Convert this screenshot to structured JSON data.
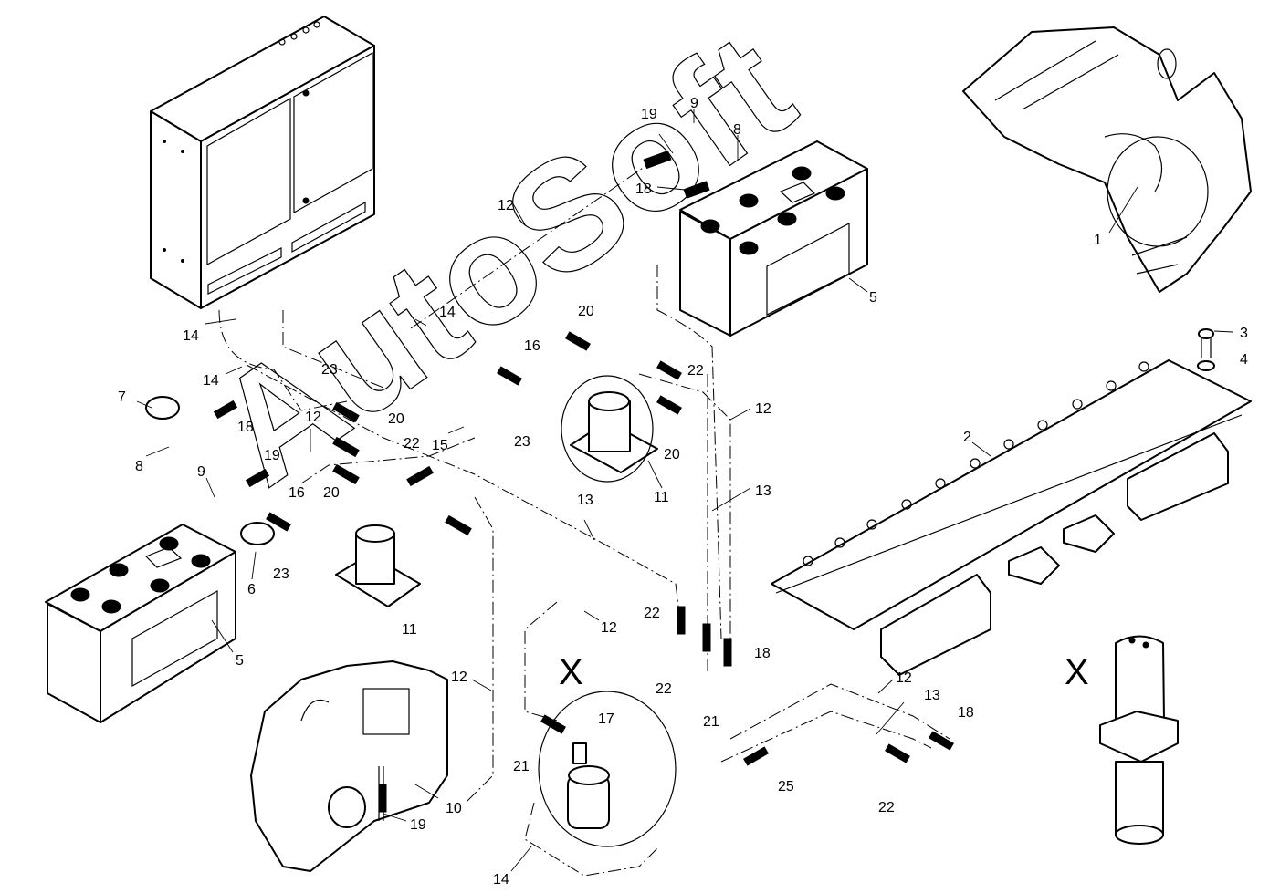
{
  "diagram": {
    "type": "exploded-parts-diagram",
    "subject": "Battery and electrical cable installation",
    "watermark": "AutoSoft",
    "detail_marker": "X",
    "callouts": [
      {
        "id": "c1",
        "label": "1",
        "part": "starter-motor-assembly"
      },
      {
        "id": "c2",
        "label": "2",
        "part": "battery-tray"
      },
      {
        "id": "c3",
        "label": "3",
        "part": "bolt"
      },
      {
        "id": "c4",
        "label": "4",
        "part": "washer"
      },
      {
        "id": "c5a",
        "label": "5",
        "part": "battery"
      },
      {
        "id": "c5b",
        "label": "5",
        "part": "battery"
      },
      {
        "id": "c6",
        "label": "6",
        "part": "terminal-cover"
      },
      {
        "id": "c7",
        "label": "7",
        "part": "terminal-cover"
      },
      {
        "id": "c8a",
        "label": "8",
        "part": "battery-clamp-positive"
      },
      {
        "id": "c8b",
        "label": "8",
        "part": "battery-clamp-positive"
      },
      {
        "id": "c9a",
        "label": "9",
        "part": "battery-clamp-negative"
      },
      {
        "id": "c9b",
        "label": "9",
        "part": "battery-clamp-negative"
      },
      {
        "id": "c10",
        "label": "10",
        "part": "engine-starter"
      },
      {
        "id": "c11a",
        "label": "11",
        "part": "battery-relay"
      },
      {
        "id": "c11b",
        "label": "11",
        "part": "battery-relay"
      },
      {
        "id": "c12a",
        "label": "12",
        "part": "cable"
      },
      {
        "id": "c12b",
        "label": "12",
        "part": "cable"
      },
      {
        "id": "c12c",
        "label": "12",
        "part": "cable"
      },
      {
        "id": "c12d",
        "label": "12",
        "part": "cable"
      },
      {
        "id": "c12e",
        "label": "12",
        "part": "cable"
      },
      {
        "id": "c12f",
        "label": "12",
        "part": "cable"
      },
      {
        "id": "c13a",
        "label": "13",
        "part": "cable"
      },
      {
        "id": "c13b",
        "label": "13",
        "part": "cable"
      },
      {
        "id": "c13c",
        "label": "13",
        "part": "cable"
      },
      {
        "id": "c14a",
        "label": "14",
        "part": "cable"
      },
      {
        "id": "c14b",
        "label": "14",
        "part": "cable"
      },
      {
        "id": "c14c",
        "label": "14",
        "part": "cable"
      },
      {
        "id": "c14d",
        "label": "14",
        "part": "cable"
      },
      {
        "id": "c15",
        "label": "15",
        "part": "cable"
      },
      {
        "id": "c16a",
        "label": "16",
        "part": "jumper-cable"
      },
      {
        "id": "c16b",
        "label": "16",
        "part": "jumper-cable"
      },
      {
        "id": "c17",
        "label": "17",
        "part": "jumper-cable"
      },
      {
        "id": "c18a",
        "label": "18",
        "part": "cable-lug"
      },
      {
        "id": "c18b",
        "label": "18",
        "part": "cable-lug"
      },
      {
        "id": "c18c",
        "label": "18",
        "part": "cable-lug"
      },
      {
        "id": "c18d",
        "label": "18",
        "part": "cable-lug"
      },
      {
        "id": "c19a",
        "label": "19",
        "part": "cable-lug"
      },
      {
        "id": "c19b",
        "label": "19",
        "part": "cable-lug"
      },
      {
        "id": "c19c",
        "label": "19",
        "part": "cable-lug"
      },
      {
        "id": "c20a",
        "label": "20",
        "part": "cable-lug"
      },
      {
        "id": "c20b",
        "label": "20",
        "part": "cable-lug"
      },
      {
        "id": "c20c",
        "label": "20",
        "part": "cable-lug"
      },
      {
        "id": "c20d",
        "label": "20",
        "part": "cable-lug"
      },
      {
        "id": "c21a",
        "label": "21",
        "part": "cable-lug"
      },
      {
        "id": "c21b",
        "label": "21",
        "part": "cable-lug"
      },
      {
        "id": "c22a",
        "label": "22",
        "part": "cable-lug"
      },
      {
        "id": "c22b",
        "label": "22",
        "part": "cable-lug"
      },
      {
        "id": "c22c",
        "label": "22",
        "part": "cable-lug"
      },
      {
        "id": "c22d",
        "label": "22",
        "part": "cable-lug"
      },
      {
        "id": "c22e",
        "label": "22",
        "part": "cable-lug"
      },
      {
        "id": "c23a",
        "label": "23",
        "part": "cable-lug"
      },
      {
        "id": "c23b",
        "label": "23",
        "part": "cable-lug"
      },
      {
        "id": "c23c",
        "label": "23",
        "part": "cable-lug"
      },
      {
        "id": "c25",
        "label": "25",
        "part": "cable-lug"
      }
    ]
  }
}
